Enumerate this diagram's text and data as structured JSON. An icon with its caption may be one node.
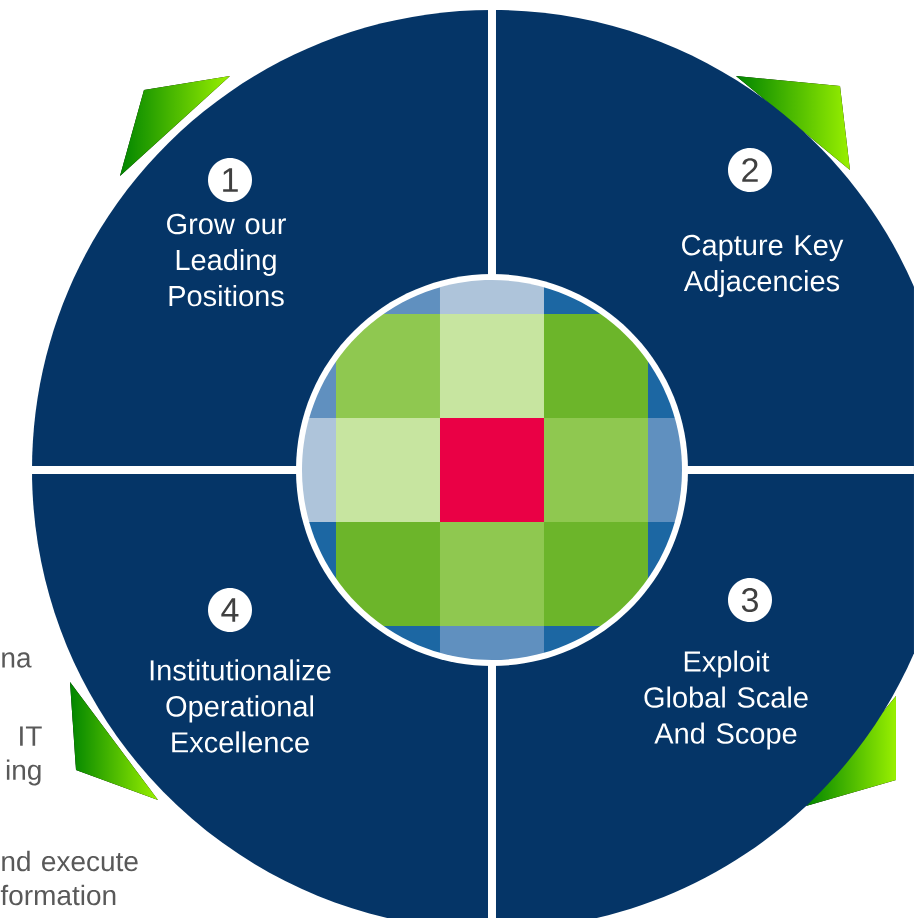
{
  "diagram": {
    "nodes": [
      {
        "text": [
          "1",
          "Grow our Leading Positions"
        ]
      },
      {
        "text": [
          "2",
          "Capture Key Adjacencies"
        ]
      },
      {
        "text": [
          "3",
          "Exploit Global Scale And Scope"
        ]
      },
      {
        "text": [
          "4",
          "Institutionalize Operational Excellence"
        ]
      }
    ],
    "labels": [
      "na",
      "IT ing",
      "nd execute formation"
    ]
  }
}
